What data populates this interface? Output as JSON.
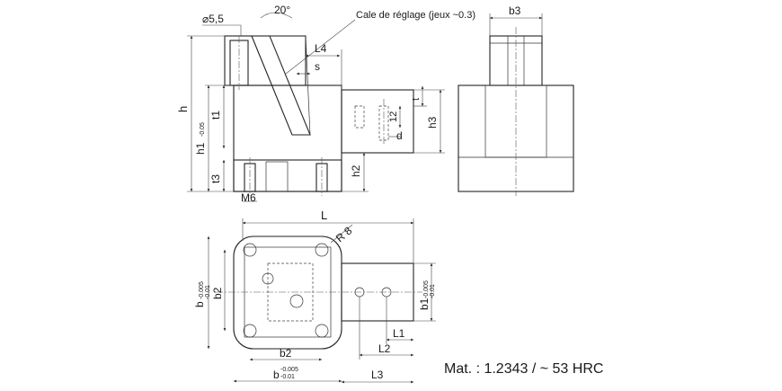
{
  "labels": {
    "dia_hole": "⌀5,5",
    "angle": "20°",
    "note": "Cale de réglage (jeux ~0.3)",
    "l4": "L4",
    "s": "s",
    "t": "t",
    "t1": "t1",
    "t3": "t3",
    "h": "h",
    "h1": "h1",
    "h1_tol": "-0.05",
    "h2": "h2",
    "h3": "h3",
    "d": "d",
    "twelve": "12",
    "m6": "M6",
    "b3": "b3",
    "L": "L",
    "r8": "R 8",
    "b": "b",
    "b_tol_top": "-0.005",
    "b_tol_bot": "-0.01",
    "b2_left": "b2",
    "b1": "b1",
    "b1_tol_top": "-0.005",
    "b1_tol_bot": "-0.01",
    "l1": "L1",
    "l2": "L2",
    "b2_bottom": "b2",
    "b_bottom": "b",
    "b_bottom_tol_top": "-0.005",
    "b_bottom_tol_bot": "-0.01",
    "l3": "L3"
  },
  "material": "Mat. : 1.2343 / ~ 53 HRC",
  "colors": {
    "line": "#222222",
    "hatch": "#555555"
  }
}
